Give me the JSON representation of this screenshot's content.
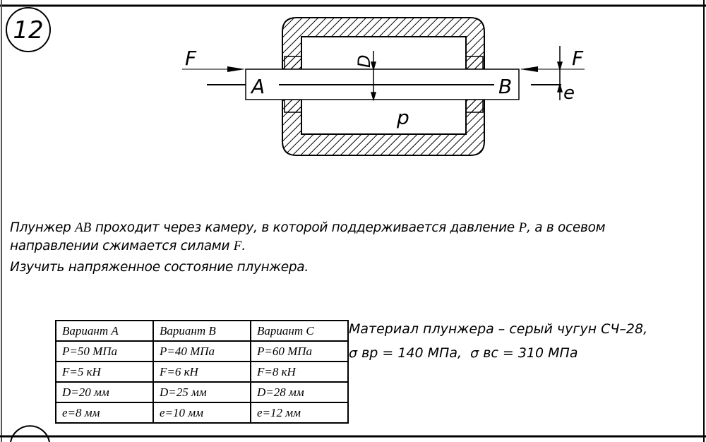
{
  "problem_number": "12",
  "diagram": {
    "force_left": "F",
    "force_right": "F",
    "point_a": "A",
    "point_b": "B",
    "diameter": "D",
    "pressure": "p",
    "eccentricity": "e"
  },
  "description": {
    "line1_a": "Плунжер ",
    "line1_ab": "AB",
    "line1_b": " проходит через камеру, в которой поддерживается давление ",
    "line1_p": "P",
    "line1_c": ", а в осевом",
    "line2_a": "направлении сжимается силами ",
    "line2_f": "F",
    "line2_b": ".",
    "line3": "Изучить напряженное состояние плунжера."
  },
  "material": {
    "line1": "Материал плунжера – серый чугун СЧ–28,",
    "sigma_vr": "σ вр = 140 МПа,",
    "sigma_vc": "σ вс = 310 МПа"
  },
  "table": {
    "headers": [
      "Вариант A",
      "Вариант B",
      "Вариант C"
    ],
    "rows": [
      [
        "P=50 МПа",
        "P=40 МПа",
        "P=60 МПа"
      ],
      [
        "F=5 кН",
        "F=6 кН",
        "F=8 кН"
      ],
      [
        "D=20 мм",
        "D=25 мм",
        "D=28 мм"
      ],
      [
        "e=8 мм",
        "e=10 мм",
        "e=12 мм"
      ]
    ]
  }
}
